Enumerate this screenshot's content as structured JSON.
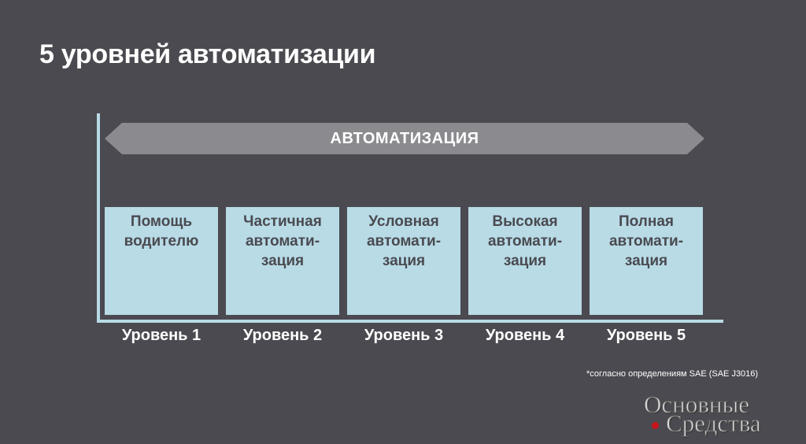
{
  "slide": {
    "title": "5 уровней автоматизации",
    "arrow_label": "АВТОМАТИЗАЦИЯ",
    "levels": [
      {
        "box_lines": [
          "Помощь",
          "водителю"
        ],
        "label": "Уровень 1"
      },
      {
        "box_lines": [
          "Частичная",
          "автомати-",
          "зация"
        ],
        "label": "Уровень 2"
      },
      {
        "box_lines": [
          "Условная",
          "автомати-",
          "зация"
        ],
        "label": "Уровень 3"
      },
      {
        "box_lines": [
          "Высокая",
          "автомати-",
          "зация"
        ],
        "label": "Уровень 4"
      },
      {
        "box_lines": [
          "Полная",
          "автомати-",
          "зация"
        ],
        "label": "Уровень 5"
      }
    ],
    "footnote": "*согласно определениям SAE  (SAE J3016)"
  },
  "logo": {
    "line1": "Основные",
    "line2": "Средства"
  },
  "colors": {
    "background": "#4a4a50",
    "box_fill": "#b8dbe6",
    "arrow_fill": "#8a8a8f",
    "text": "#ffffff",
    "logo_dot": "#c8141c"
  }
}
